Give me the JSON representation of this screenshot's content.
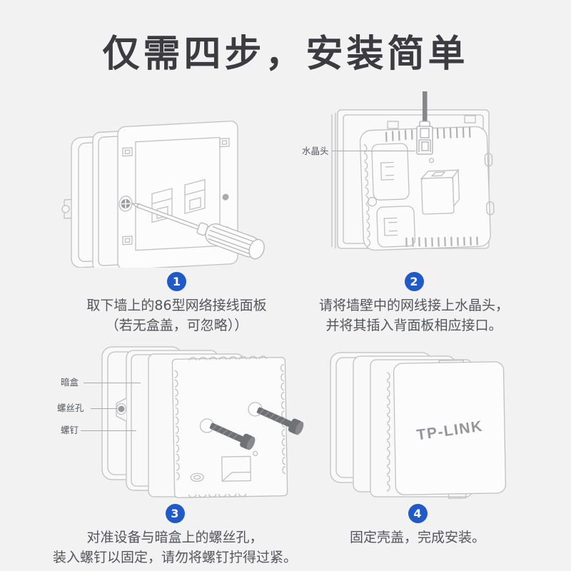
{
  "page": {
    "title": "仅需四步，安装简单"
  },
  "colors": {
    "background": "#f2f2f3",
    "title_text": "#3b3b40",
    "caption_text": "#54555a",
    "step_badge_blue": "#1f5ac6",
    "line_art_gray": "#c0c0c2",
    "dark_part_gray": "#707174"
  },
  "steps": [
    {
      "number": "1",
      "caption_line1": "取下墙上的86型网络接线面板",
      "caption_line2": "（若无盒盖，可忽略））"
    },
    {
      "number": "2",
      "caption_line1": "请将墙壁中的网线接上水晶头，",
      "caption_line2": "并将其插入背面板相应接口。",
      "label_crystal_head": "水晶头"
    },
    {
      "number": "3",
      "caption_line1": "对准设备与暗盒上的螺丝孔，",
      "caption_line2": "装入螺钉以固定，请勿将螺钉拧得过紧。",
      "label_junction_box": "暗盒",
      "label_screw_hole": "螺丝孔",
      "label_screw": "螺钉"
    },
    {
      "number": "4",
      "caption_line1": "固定壳盖，完成安装。",
      "caption_line2": ""
    }
  ],
  "device": {
    "brand": "TP-LINK"
  }
}
